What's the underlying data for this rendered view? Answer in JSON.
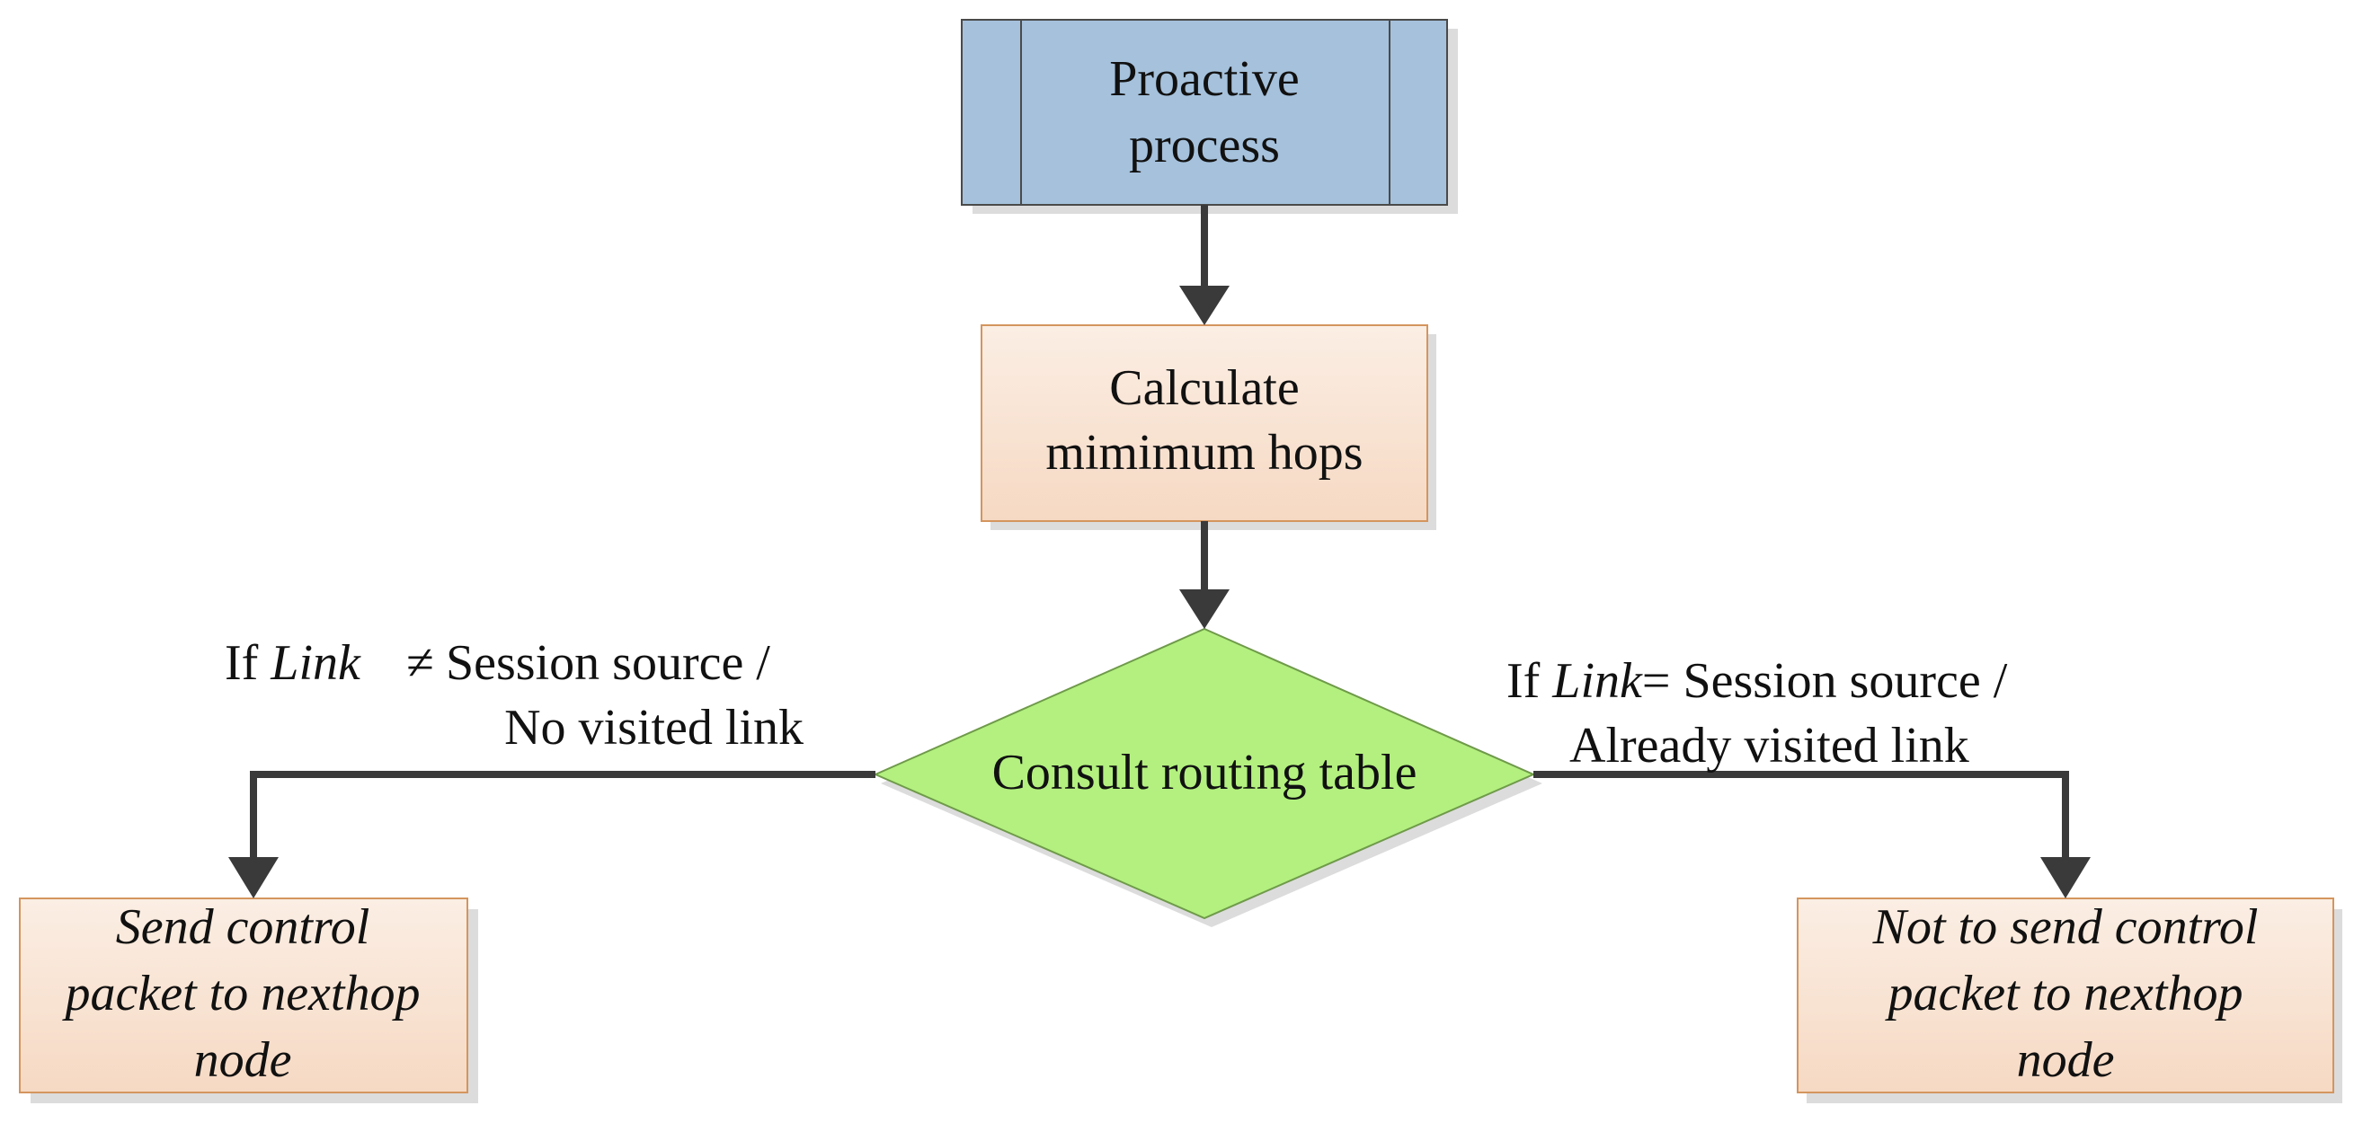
{
  "colors": {
    "process_fill": "#a5c1dc",
    "process_stroke": "#4a4a4a",
    "step_fill_top": "#fbeee4",
    "step_fill_bottom": "#f6d9c3",
    "step_stroke": "#d4955e",
    "decision_fill": "#b3f07f",
    "decision_stroke": "#6f9a4a",
    "arrow": "#3a3a3a"
  },
  "nodes": {
    "proactive": {
      "line1": "Proactive",
      "line2": "process"
    },
    "calculate": {
      "line1": "Calculate",
      "line2": "mimimum hops"
    },
    "consult": {
      "text": "Consult routing table"
    },
    "send": {
      "line1": "Send control",
      "line2": "packet to nexthop",
      "line3": "node"
    },
    "not_send": {
      "line1": "Not to send control",
      "line2": "packet to nexthop",
      "line3": "node"
    }
  },
  "labels": {
    "left": {
      "prefix": "If ",
      "link": "Link",
      "operator": "≠",
      "rest": " Session source /",
      "line2": "No visited link"
    },
    "right": {
      "prefix": "If ",
      "link": "Link",
      "operator": "=",
      "rest": " Session source /",
      "line2": "Already visited link"
    }
  }
}
